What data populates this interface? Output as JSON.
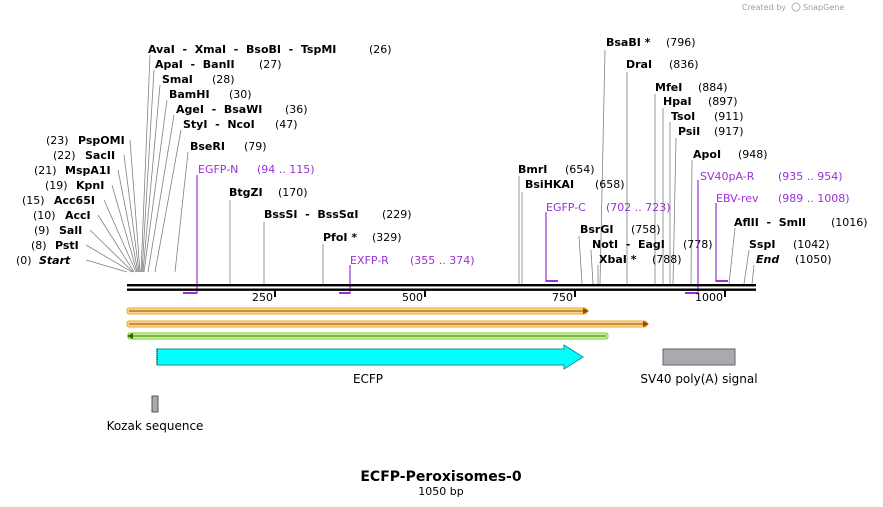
{
  "credit": {
    "text": "Created by",
    "brand": "SnapGene"
  },
  "plasmid": {
    "name": "ECFP-Peroxisomes-0",
    "size": "1050 bp"
  },
  "sites": [
    {
      "name": "Start",
      "pos": "(0)",
      "italic": true,
      "side": "left"
    },
    {
      "name": "PstI",
      "pos": "(8)",
      "side": "left"
    },
    {
      "name": "SalI",
      "pos": "(9)",
      "side": "left"
    },
    {
      "name": "AccI",
      "pos": "(10)",
      "side": "left"
    },
    {
      "name": "Acc65I",
      "pos": "(15)",
      "side": "left"
    },
    {
      "name": "KpnI",
      "pos": "(19)",
      "side": "left"
    },
    {
      "name": "MspA1I",
      "pos": "(21)",
      "side": "left"
    },
    {
      "name": "SacII",
      "pos": "(22)",
      "side": "left"
    },
    {
      "name": "PspOMI",
      "pos": "(23)",
      "side": "left"
    },
    {
      "name": "AvaI  -  XmaI  -  BsoBI  -  TspMI",
      "pos": "(26)"
    },
    {
      "name": "ApaI  -  BanII",
      "pos": "(27)"
    },
    {
      "name": "SmaI",
      "pos": "(28)"
    },
    {
      "name": "BamHI",
      "pos": "(30)"
    },
    {
      "name": "AgeI  -  BsaWI",
      "pos": "(36)"
    },
    {
      "name": "StyI  -  NcoI",
      "pos": "(47)"
    },
    {
      "name": "BseRI",
      "pos": "(79)"
    },
    {
      "name": "BtgZI",
      "pos": "(170)"
    },
    {
      "name": "BssSI  -  BssSαI",
      "pos": "(229)"
    },
    {
      "name": "PfoI *",
      "pos": "(329)"
    },
    {
      "name": "BmrI",
      "pos": "(654)"
    },
    {
      "name": "BsiHKAI",
      "pos": "(658)"
    },
    {
      "name": "BsaBI *",
      "pos": "(796)"
    },
    {
      "name": "DraI",
      "pos": "(836)"
    },
    {
      "name": "BsrGI",
      "pos": "(758)"
    },
    {
      "name": "NotI  -  EagI",
      "pos": "(778)"
    },
    {
      "name": "XbaI *",
      "pos": "(788)"
    },
    {
      "name": "MfeI",
      "pos": "(884)"
    },
    {
      "name": "HpaI",
      "pos": "(897)"
    },
    {
      "name": "TsoI",
      "pos": "(911)"
    },
    {
      "name": "PsiI",
      "pos": "(917)"
    },
    {
      "name": "ApoI",
      "pos": "(948)"
    },
    {
      "name": "AflII  -  SmlI",
      "pos": "(1016)"
    },
    {
      "name": "SspI",
      "pos": "(1042)"
    },
    {
      "name": "End",
      "pos": "(1050)",
      "italic": true
    }
  ],
  "primers": [
    {
      "name": "EGFP-N",
      "range": "(94 .. 115)",
      "color": "#9b30d6"
    },
    {
      "name": "EXFP-R",
      "range": "(355 .. 374)",
      "color": "#9b30d6"
    },
    {
      "name": "EGFP-C",
      "range": "(702 .. 723)",
      "color": "#9b30d6"
    },
    {
      "name": "SV40pA-R",
      "range": "(935 .. 954)",
      "color": "#9b30d6"
    },
    {
      "name": "EBV-rev",
      "range": "(989 .. 1008)",
      "color": "#9b30d6"
    }
  ],
  "ruler": {
    "ticks": [
      "250",
      "500",
      "750",
      "1000"
    ]
  },
  "features": [
    {
      "name": "ECFP",
      "color": "#00ffff"
    },
    {
      "name": "SV40 poly(A) signal",
      "color": "#a9a9b0"
    },
    {
      "name": "Kozak sequence",
      "color": "#a9a9b0"
    }
  ],
  "orfs": [
    {
      "direction": "forward",
      "color": "#f5a623"
    },
    {
      "direction": "forward",
      "color": "#f5a623"
    },
    {
      "direction": "reverse",
      "color": "#7ed321"
    }
  ]
}
